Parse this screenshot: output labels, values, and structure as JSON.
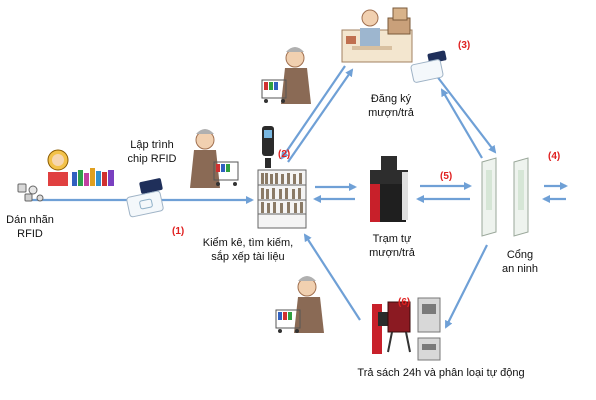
{
  "colors": {
    "arrow": "#6fa0d6",
    "number": "#e02020",
    "text": "#111111"
  },
  "labels": {
    "rfid_tag": [
      "Dán nhãn",
      "RFID"
    ],
    "program_chip": [
      "Lập trình",
      "chip RFID"
    ],
    "inventory": [
      "Kiểm kê, tìm kiếm,",
      "sắp xếp tài liệu"
    ],
    "register": [
      "Đăng ký",
      "mượn/trả"
    ],
    "kiosk": [
      "Trạm tự",
      "mượn/trả"
    ],
    "gate": [
      "Cổng",
      "an ninh"
    ],
    "return24": "Trả sách 24h và phân loại tự động"
  },
  "steps": [
    "(1)",
    "(2)",
    "(3)",
    "(4)",
    "(5)",
    "(6)"
  ],
  "icons": [
    "rfid-tags-icon",
    "girl-with-books-icon",
    "rfid-card-icon",
    "librarian-icon",
    "handheld-reader-icon",
    "bookshelf-icon",
    "desk-clerk-icon",
    "kiosk-icon",
    "security-gate-icon",
    "return-machine-icon",
    "sorter-icon"
  ]
}
